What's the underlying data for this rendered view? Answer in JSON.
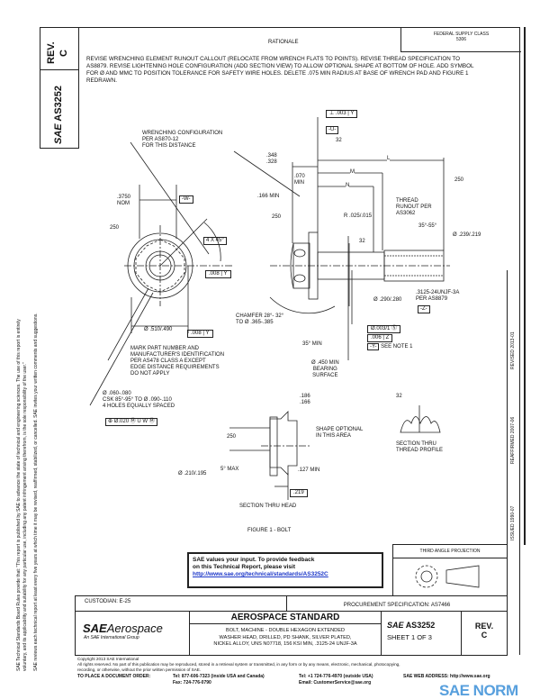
{
  "side_block": {
    "rev_label": "REV.",
    "rev_value": "C",
    "doc_number": "AS3252",
    "sae_logo": "SAE"
  },
  "disclaimer": {
    "line1": "SAE Technical Standards Board Rules provide that: \"This report is published by SAE to advance the state of technical and engineering sciences. The use of this report is entirely",
    "line2": "voluntary, and its applicability and suitability for any particular use, including any patent infringement arising therefrom, is the sole responsibility of the user.\"",
    "line3": "SAE reviews each technical report at least every five years at which time it may be revised, reaffirmed, stabilized, or cancelled. SAE invites your written comments and suggestions."
  },
  "header": {
    "fsc": "FEDERAL SUPPLY CLASS",
    "fsc_value": "5306",
    "rationale_title": "RATIONALE",
    "rationale_text": "REVISE WRENCHING ELEMENT RUNOUT CALLOUT (RELOCATE FROM WRENCH FLATS TO POINTS). REVISE THREAD SPECIFICATION TO AS8879. REVISE LIGHTENING HOLE CONFIGURATION (ADD SECTION VIEW) TO ALLOW OPTIONAL SHAPE AT BOTTOM OF HOLE. ADD SYMBOL FOR Ø AND MMC TO POSITION TOLERANCE FOR SAFETY WIRE HOLES. DELETE .075 MIN RADIUS AT BASE OF WRENCH PAD AND FIGURE 1 REDRAWN."
  },
  "drawing": {
    "wrench_note": [
      "WRENCHING CONFIGURATION",
      "PER AS870-12",
      "FOR THIS DISTANCE"
    ],
    "nom": [
      ".3750",
      "NOM"
    ],
    "datum_w": "-W-",
    "r250a": "250",
    "r250b": "250",
    "r250c": "250",
    "r250d": "250",
    "angle": "4 X 45°",
    "runout1": ".008",
    "runout1_ref": "Y",
    "dia_head": [
      "Ø",
      ".510",
      ".490"
    ],
    "runout2": ".008",
    "runout2_ref": "Y",
    "mark_note": [
      "MARK PART NUMBER AND",
      "MANUFACTURER'S IDENTIFICATION",
      "PER AS478 CLASS A EXCEPT",
      "EDGE DISTANCE REQUIREMENTS",
      "DO NOT APPLY"
    ],
    "hole_note": [
      "Ø .060-.080",
      "CSK 85°-95° TO Ø .090-.110",
      "4 HOLES EQUALLY SPACED"
    ],
    "position_tol": "⊕ Ø.020 Ⓜ U W Ⓜ",
    "head_h": [
      ".348",
      ".328"
    ],
    "min070": [
      ".070",
      "MIN"
    ],
    "min166": ".166 MIN",
    "perp": ".003",
    "perp_ref": "Y",
    "datum_u": "-U-",
    "r32a": "32",
    "r32b": "32",
    "r32c": "32",
    "dim_l": "L",
    "dim_m": "M",
    "dim_n": "N",
    "thread_runout": [
      "THREAD",
      "RUNOUT PER",
      "AS3062"
    ],
    "radius": [
      "R",
      ".025",
      ".015"
    ],
    "angle35": "35°-55°",
    "dia_tip": [
      "Ø",
      ".239",
      ".219"
    ],
    "thread": [
      ".3125-24UNJF-3A",
      "PER AS8879"
    ],
    "datum_z": "-Z-",
    "dia_shank": [
      "Ø",
      ".290",
      ".280"
    ],
    "conc": "Ø.003/1 Ⓢ",
    "runout3": ".006",
    "runout3_ref": "Z",
    "datum_y": "-Y-",
    "see_note": "SEE NOTE 1",
    "chamfer": [
      "CHAMFER 28°- 32°",
      "TO Ø .365-.385"
    ],
    "min35": "35° MIN",
    "bearing": [
      "Ø .450 MIN",
      "BEARING",
      "SURFACE"
    ],
    "sec_186": [
      ".186",
      ".166"
    ],
    "shape_opt": [
      "SHAPE OPTIONAL",
      "IN THIS AREA"
    ],
    "max5": "5° MAX",
    "min127": ".127 MIN",
    "dia_210": [
      "Ø",
      ".210",
      ".195"
    ],
    "box219": ".219",
    "section_head": "SECTION THRU HEAD",
    "section_thread": [
      "SECTION THRU",
      "THREAD PROFILE"
    ],
    "figure": "FIGURE 1 - BOLT"
  },
  "history": {
    "issued": "ISSUED 1990-07",
    "reaffirmed": "REAFFIRMED 2007-06",
    "revised": "REVISED 2013-01"
  },
  "feedback": {
    "line1": "SAE values your input. To provide feedback",
    "line2": "on this Technical Report, please visit",
    "url": "http://www.sae.org/technical/standards/AS3252C"
  },
  "projection": "THIRD ANGLE PROJECTION",
  "custodian": "CUSTODIAN: E-25",
  "procurement": "PROCUREMENT SPECIFICATION: AS7466",
  "title_block": {
    "logo_main": "SAE",
    "logo_sub": "Aerospace",
    "logo_tag": "An SAE International Group",
    "standard": "AEROSPACE STANDARD",
    "description": [
      "BOLT, MACHINE - DOUBLE HEXAGON EXTENDED",
      "WASHER HEAD, DRILLED, PD SHANK, SILVER PLATED,",
      "NICKEL ALLOY, UNS N07718, 156 KSI MIN, .3125-24 UNJF-3A"
    ],
    "doc_number": "AS3252",
    "sheet": "SHEET 1 OF 3",
    "rev_label": "REV.",
    "rev_value": "C"
  },
  "footer": {
    "copyright": "Copyright 2013 SAE International",
    "rights": "All rights reserved. No part of this publication may be reproduced, stored in a retrieval system or transmitted, in any form or by any means, electronic, mechanical, photocopying,",
    "rights2": "recording, or otherwise, without the prior written permission of SAE.",
    "order": "TO PLACE A DOCUMENT ORDER:",
    "tel1": "Tel: 877-606-7323 (inside USA and Canada)",
    "fax": "Fax: 724-776-0790",
    "tel2": "Tel: +1 724-776-4970 (outside USA)",
    "email": "Email: CustomerService@sae.org",
    "web": "SAE WEB ADDRESS: http://www.sae.org"
  },
  "watermark": {
    "text": "SAE NORM",
    "color": "#3a8fd8"
  }
}
